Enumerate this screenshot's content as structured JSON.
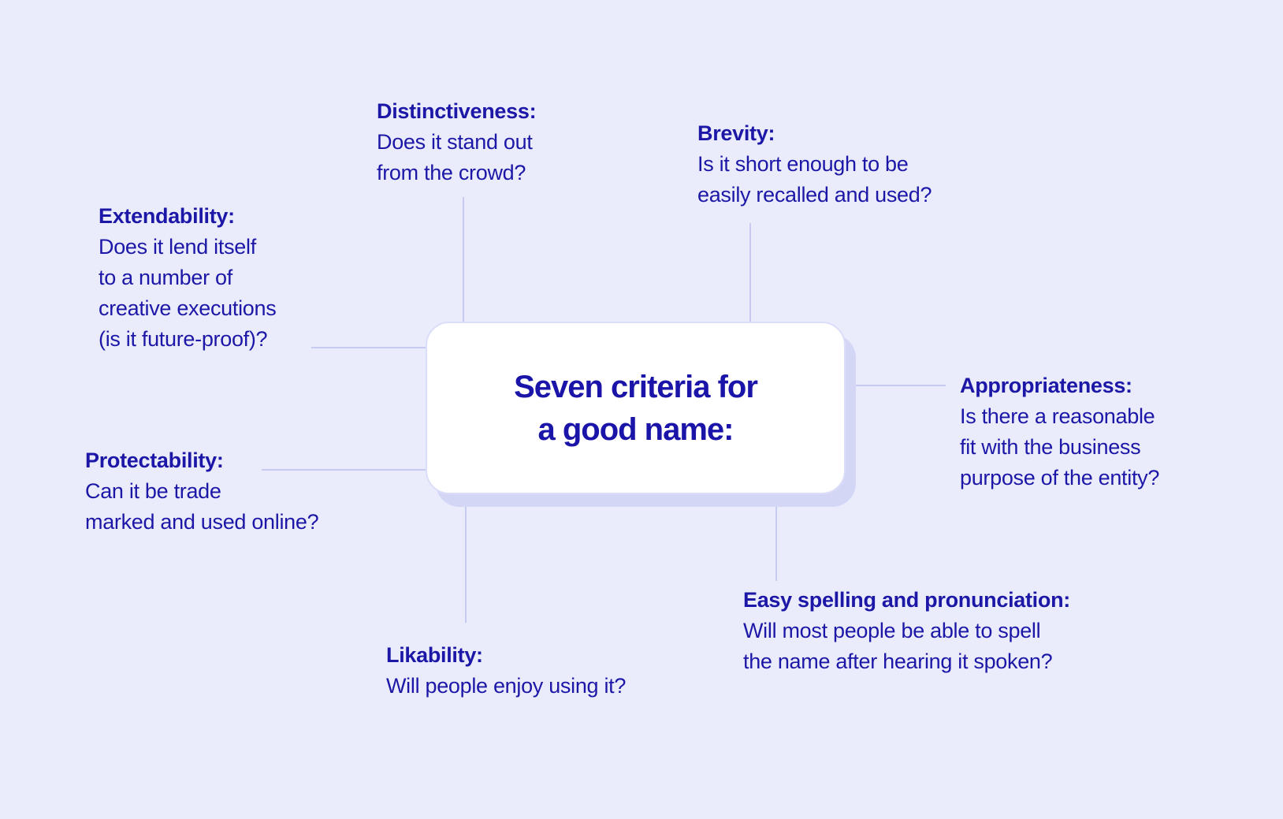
{
  "colors": {
    "background": "#eaecfb",
    "text": "#1c17a7",
    "connector_line": "#c7cbf1",
    "card_background": "#ffffff",
    "card_shadow": "#d3d6f5",
    "card_border": "#dadef8"
  },
  "card": {
    "title_line1": "Seven criteria for",
    "title_line2": "a good name:"
  },
  "criteria": [
    {
      "id": "distinctiveness",
      "title": "Distinctiveness:",
      "lines": [
        "Does it stand out",
        "from the crowd?"
      ]
    },
    {
      "id": "brevity",
      "title": "Brevity:",
      "lines": [
        "Is it short enough to be",
        "easily recalled and used?"
      ]
    },
    {
      "id": "extendability",
      "title": "Extendability:",
      "lines": [
        "Does it lend itself",
        "to a number of",
        "creative executions",
        "(is it future-proof)?"
      ]
    },
    {
      "id": "appropriateness",
      "title": "Appropriateness:",
      "lines": [
        "Is there a reasonable",
        "fit with the business",
        "purpose of the entity?"
      ]
    },
    {
      "id": "protectability",
      "title": "Protectability:",
      "lines": [
        "Can it be trade",
        "marked and used online?"
      ]
    },
    {
      "id": "likability",
      "title": "Likability:",
      "lines": [
        "Will people enjoy using it?"
      ]
    },
    {
      "id": "easy_spelling",
      "title": "Easy spelling and pronunciation:",
      "lines": [
        "Will most people be able to spell",
        "the name after hearing it spoken?"
      ]
    }
  ]
}
